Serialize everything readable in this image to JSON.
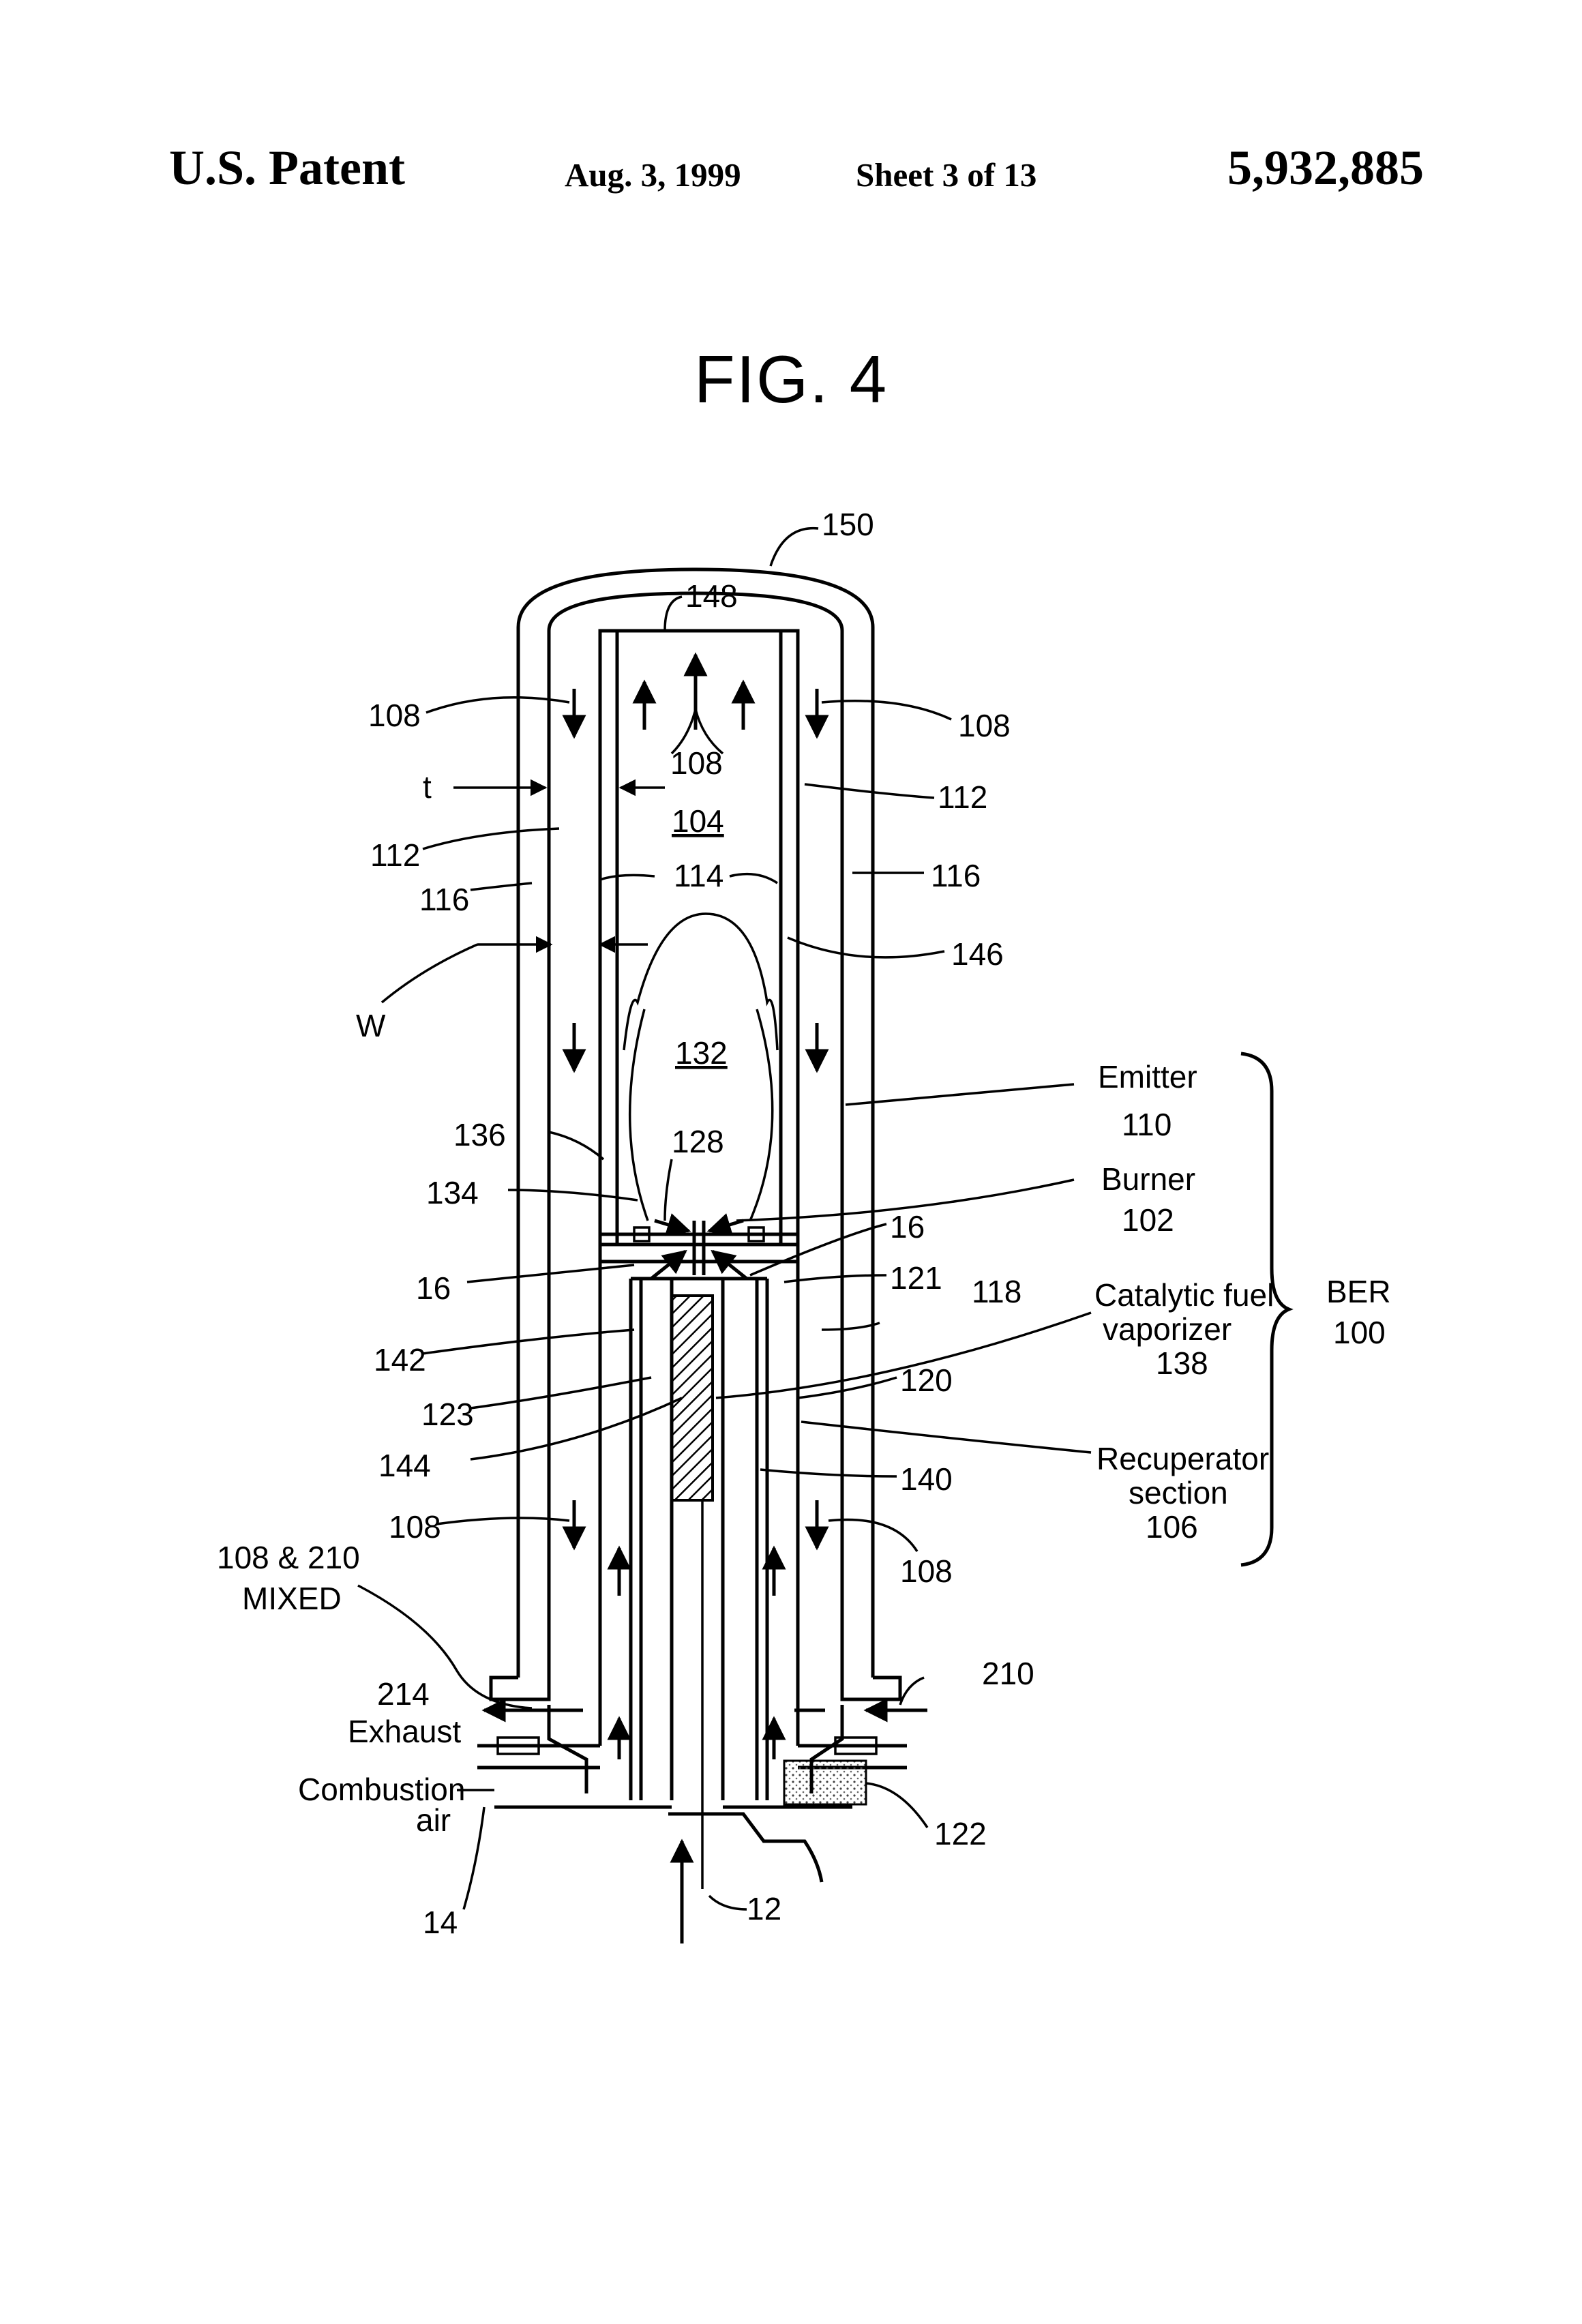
{
  "header": {
    "title": "U.S. Patent",
    "date": "Aug. 3, 1999",
    "sheet": "Sheet 3 of 13",
    "number": "5,932,885"
  },
  "figure": {
    "title": "FIG. 4",
    "labels": {
      "n150": "150",
      "n148": "148",
      "n108_tl": "108",
      "n108_tr": "108",
      "n108_c": "108",
      "t": "t",
      "n104": "104",
      "n112_l": "112",
      "n112_r": "112",
      "n114": "114",
      "n116_l": "116",
      "n116_r": "116",
      "n146": "146",
      "W": "W",
      "n132": "132",
      "n136": "136",
      "n128": "128",
      "n134": "134",
      "n16_l": "16",
      "n16_r": "16",
      "n121": "121",
      "n118": "118",
      "n142": "142",
      "n123": "123",
      "n120": "120",
      "n144": "144",
      "n140": "140",
      "n108_bl": "108",
      "n108_br": "108",
      "mixed_1": "108 & 210",
      "mixed_2": "MIXED",
      "n214": "214",
      "exhaust": "Exhaust",
      "n210": "210",
      "combustion_1": "Combustion",
      "combustion_2": "air",
      "n122": "122",
      "n14": "14",
      "n12": "12"
    },
    "legend": {
      "emitter": "Emitter",
      "emitter_num": "110",
      "burner": "Burner",
      "burner_num": "102",
      "vaporizer_1": "Catalytic fuel",
      "vaporizer_2": "vaporizer",
      "vaporizer_num": "138",
      "recuperator_1": "Recuperator",
      "recuperator_2": "section",
      "recuperator_num": "106",
      "ber": "BER",
      "ber_num": "100"
    }
  }
}
